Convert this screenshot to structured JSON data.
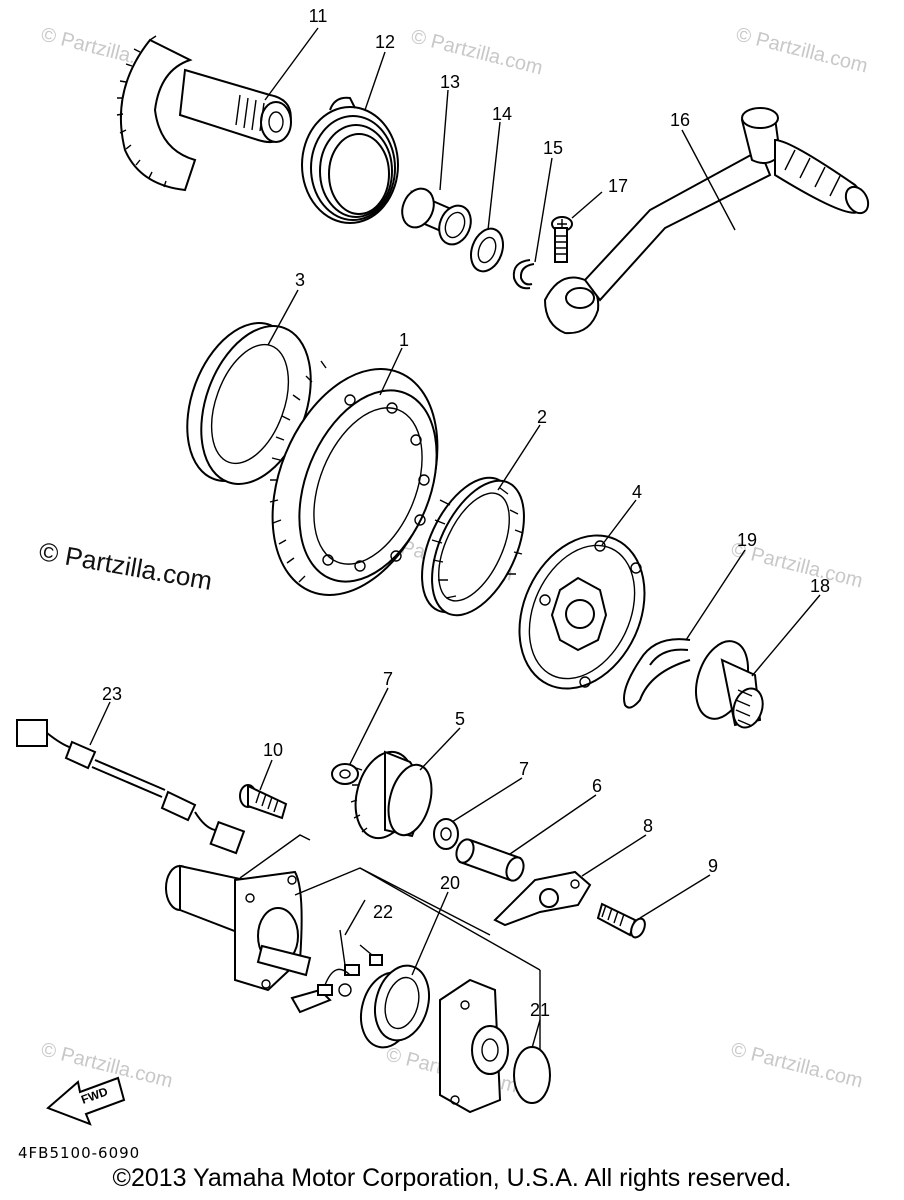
{
  "callouts": {
    "c1": "1",
    "c2": "2",
    "c3": "3",
    "c4": "4",
    "c5": "5",
    "c6": "6",
    "c7a": "7",
    "c7b": "7",
    "c8": "8",
    "c9": "9",
    "c10": "10",
    "c11": "11",
    "c12": "12",
    "c13": "13",
    "c14": "14",
    "c15": "15",
    "c16": "16",
    "c17": "17",
    "c18": "18",
    "c19": "19",
    "c20": "20",
    "c21": "21",
    "c22": "22",
    "c23": "23"
  },
  "fwd_label": "FWD",
  "diagram_code": "4FB5100-6090",
  "copyright": "©2013 Yamaha Motor Corporation, U.S.A. All rights reserved.",
  "watermark": {
    "main": "© Partzilla.com",
    "faint": "© Partzilla.com"
  }
}
